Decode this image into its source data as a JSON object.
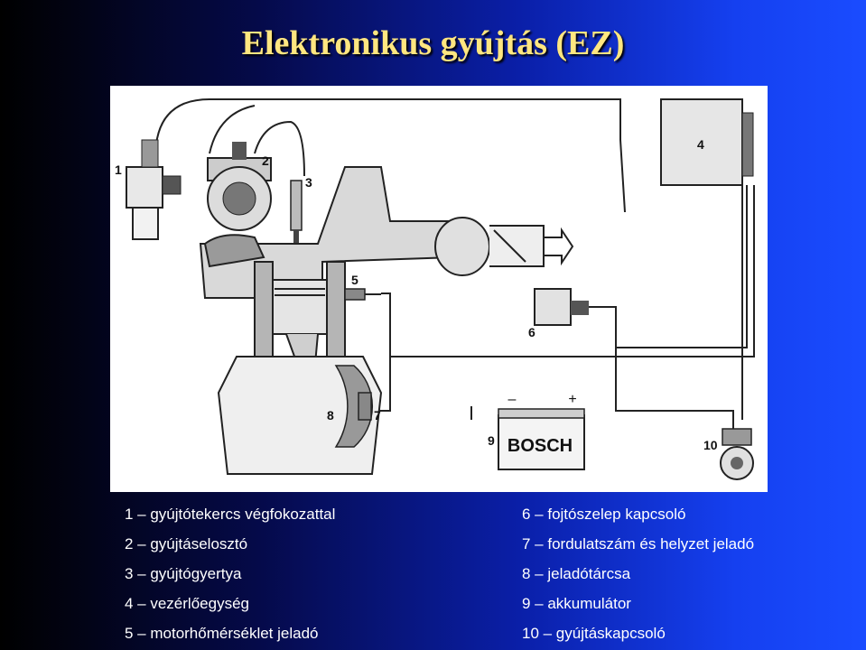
{
  "title": "Elektronikus gyújtás (EZ)",
  "diagram": {
    "labels": [
      "1",
      "2",
      "3",
      "4",
      "5",
      "6",
      "7",
      "8",
      "9",
      "10"
    ],
    "battery_brand": "BOSCH",
    "battery_minus": "–",
    "battery_plus": "+"
  },
  "legend": {
    "left": [
      "1 – gyújtótekercs végfokozattal",
      "2 – gyújtáselosztó",
      "3 – gyújtógyertya",
      "4 – vezérlőegység",
      "5 – motorhőmérséklet jeladó"
    ],
    "right": [
      "6 – fojtószelep kapcsoló",
      "7 – fordulatszám és helyzet jeladó",
      "8 – jeladótárcsa",
      "9 – akkumulátor",
      "10 – gyújtáskapcsoló"
    ]
  }
}
